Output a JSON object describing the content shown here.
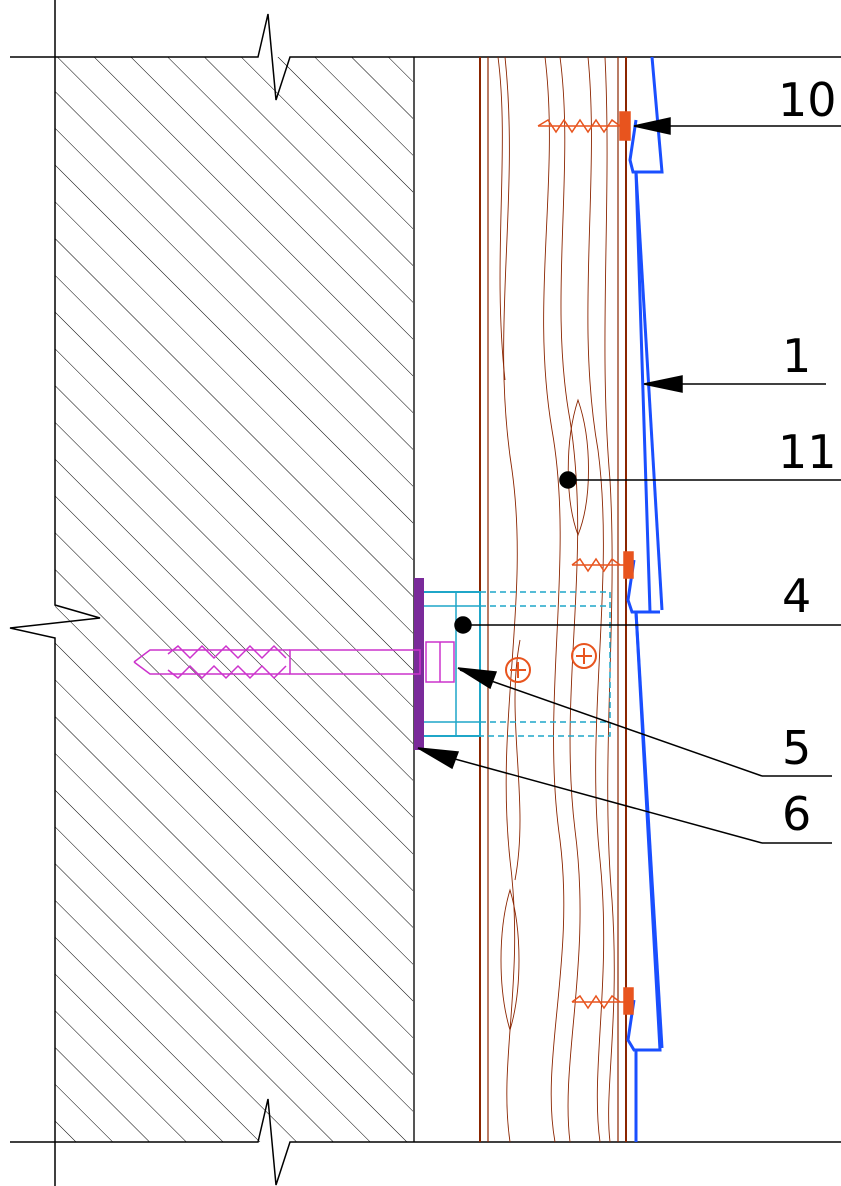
{
  "callouts": [
    {
      "id": "10",
      "label": "10"
    },
    {
      "id": "1",
      "label": "1"
    },
    {
      "id": "11",
      "label": "11"
    },
    {
      "id": "4",
      "label": "4"
    },
    {
      "id": "5",
      "label": "5"
    },
    {
      "id": "6",
      "label": "6"
    }
  ],
  "colors": {
    "wall_hatch": "#000000",
    "timber": "#8b2500",
    "siding": "#1a4fff",
    "screw": "#e8541e",
    "anchor": "#cc33cc",
    "bracket": "#1fa6c8",
    "pad": "#7a2a9a",
    "line": "#000000"
  }
}
